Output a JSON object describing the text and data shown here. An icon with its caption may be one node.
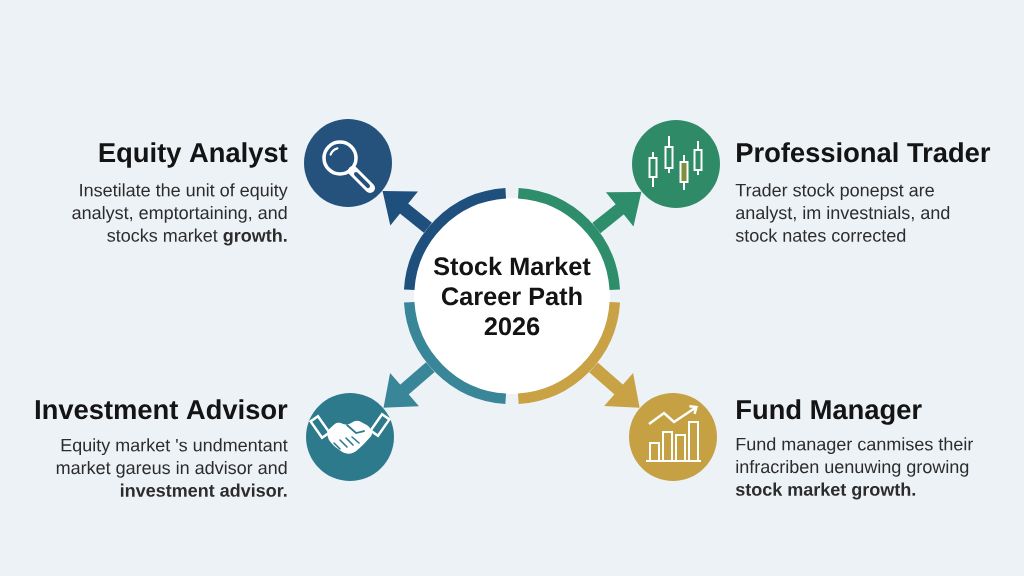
{
  "diagram": {
    "nodes": [
      {
        "text": [
          "Stock Market Career Path 2026"
        ]
      },
      {
        "text": [],
        "shape": "circle",
        "beside": [
          "Equity Analyst",
          "Insetilate the unit of equity analyst, emptortaining, and stocks market **growth.**"
        ]
      },
      {
        "text": [],
        "shape": "circle",
        "beside": [
          "Professional Trader",
          "Trader stock ponepst are analyst, im investnials, and stock nates corrected"
        ]
      },
      {
        "text": [],
        "shape": "circle",
        "beside": [
          "Investment Advisor",
          "Equity market 's undmentant market gareus in advisor and **investment advisor.**"
        ]
      },
      {
        "text": [],
        "shape": "circle",
        "beside": [
          "Fund Manager",
          "Fund manager canmises their infracriben uenuwing growing **stock market growth.**"
        ]
      }
    ],
    "edges": [
      {
        "from": 0,
        "to": 1,
        "arrow": "to",
        "color": "#1f4f7c"
      },
      {
        "from": 0,
        "to": 2,
        "arrow": "to",
        "color": "#2e8d6b"
      },
      {
        "from": 0,
        "to": 3,
        "arrow": "to",
        "color": "#3a8699"
      },
      {
        "from": 0,
        "to": 4,
        "arrow": "to",
        "color": "#c8a244"
      }
    ]
  }
}
